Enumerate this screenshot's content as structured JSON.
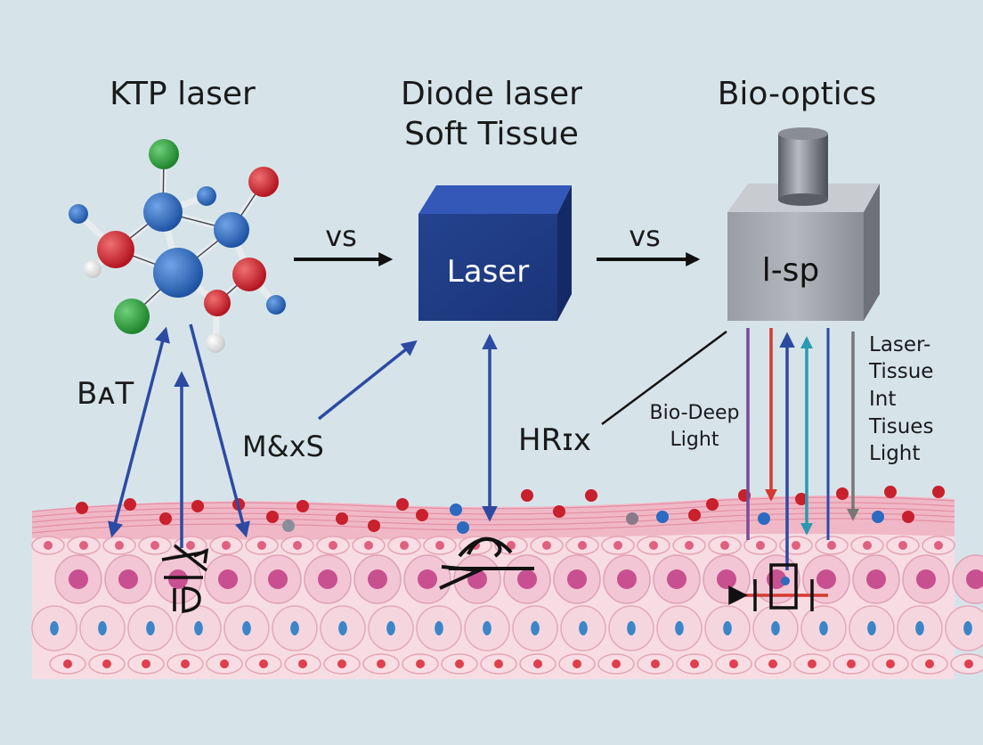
{
  "labels": {
    "ktp": "KTP laser",
    "diode_line1": "Diode laser",
    "diode_line2": "Soft Tissue",
    "biooptics": "Bio-optics",
    "vs1": "vs",
    "vs2": "vs",
    "laser_box": "Laser",
    "lsp_box": "l-sp",
    "bat": "BᴀT",
    "mxs": "M&xS",
    "hrix": "HRɪx",
    "biodeep_line1": "Bio-Deep",
    "biodeep_line2": "Light",
    "lt_line1": "Laser-",
    "lt_line2": "Tissue",
    "lt_line3": "Int",
    "lt_line4": "Tisues",
    "lt_line5": "Light"
  },
  "colors": {
    "background": "#d6e4ea",
    "laser_box_front": "#223f8c",
    "arrow_blue": "#2d4aa3",
    "atom_blue": "#2460b5",
    "atom_red": "#d0202c",
    "atom_green": "#2a9a3a",
    "tissue_pink": "#f0b8c6",
    "cell_nucleus_blue": "#3a86c8",
    "beam_red": "#d43a30",
    "beam_teal": "#2a9ab0",
    "beam_purple": "#7a4a9a"
  }
}
